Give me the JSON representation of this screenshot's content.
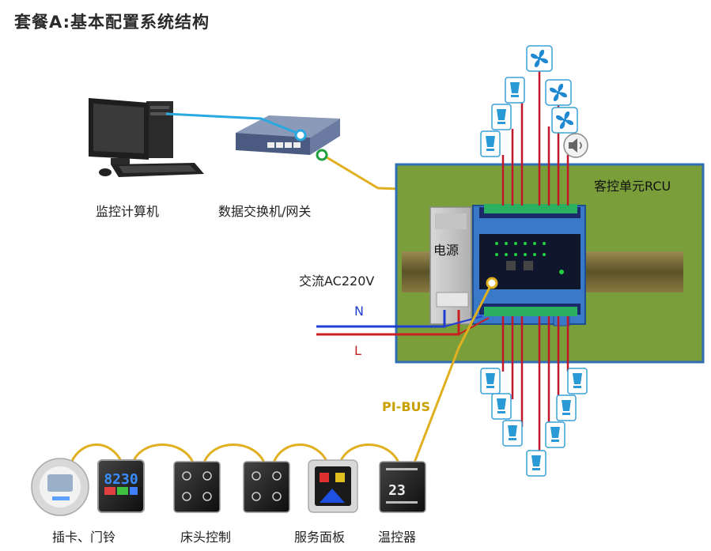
{
  "title": "套餐A:基本配置系统结构",
  "labels": {
    "computer": "监控计算机",
    "switch": "数据交换机/网关",
    "rcu": "客控单元RCU",
    "power": "电源",
    "ac": "交流AC220V",
    "n": "N",
    "l": "L",
    "pibus": "PI-BUS",
    "panel1": "插卡、门铃",
    "panel2": "床头控制",
    "panel3": "服务面板",
    "panel4": "温控器",
    "display_digits": "8230",
    "thermo_temp": "23"
  },
  "colors": {
    "ethernet": "#2aa9e0",
    "bus": "#e0b020",
    "neutral": "#1f3fd0",
    "live": "#c82020",
    "rcu_board": "#7a9f3a",
    "rcu_border": "#2f6db5",
    "load_wire": "#c0182a"
  },
  "icons": [
    "computer-icon",
    "switch-icon",
    "fan-icon",
    "lamp-icon",
    "speaker-icon",
    "card-switch-icon",
    "touch-panel-icon",
    "thermostat-icon"
  ]
}
